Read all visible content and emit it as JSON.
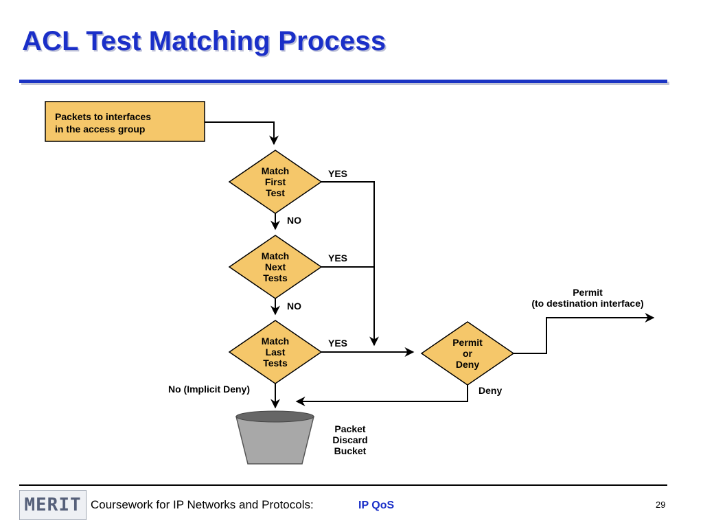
{
  "title": "ACL Test Matching Process",
  "diagram": {
    "start_box": [
      "Packets to interfaces",
      "in the access group"
    ],
    "decision_first": [
      "Match",
      "First",
      "Test"
    ],
    "decision_next": [
      "Match",
      "Next",
      "Tests"
    ],
    "decision_last": [
      "Match",
      "Last",
      "Tests"
    ],
    "decision_permit": [
      "Permit",
      "or",
      "Deny"
    ],
    "yes_label": "YES",
    "no_label": "NO",
    "implicit_deny_label": "No (Implicit Deny)",
    "deny_label": "Deny",
    "permit_label": [
      "Permit",
      "(to destination interface)"
    ],
    "bucket_label": [
      "Packet",
      "Discard",
      "Bucket"
    ]
  },
  "footer": {
    "logo_text": "MERIT",
    "course_text": "Coursework for IP Networks and Protocols:",
    "topic": "IP QoS",
    "page_number": "29"
  },
  "colors": {
    "title": "#1a2fc8",
    "box_fill": "#f5c76a",
    "bucket_fill": "#a8a8a8"
  }
}
